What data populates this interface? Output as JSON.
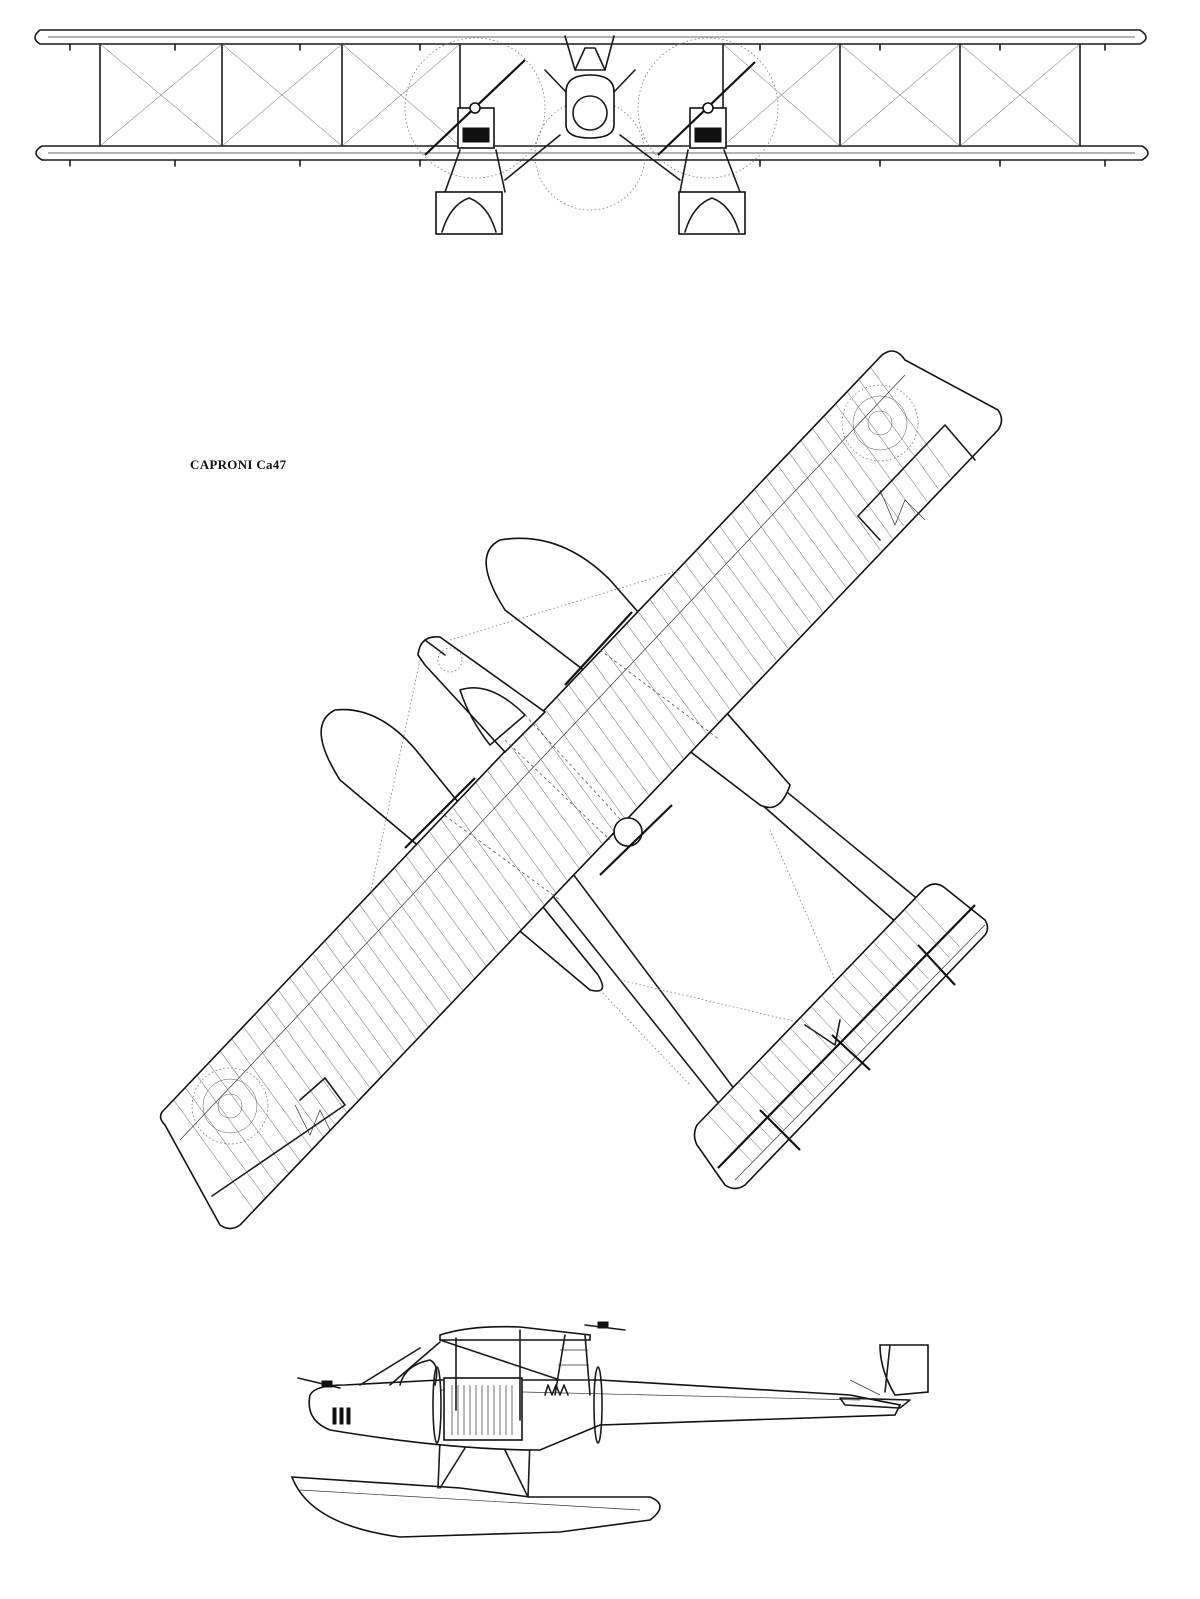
{
  "drawing": {
    "title": "CAPRONI Ca47",
    "views": [
      "front-view",
      "top-view",
      "side-view"
    ],
    "line_color": "#1a1a1a",
    "background_color": "#ffffff"
  }
}
